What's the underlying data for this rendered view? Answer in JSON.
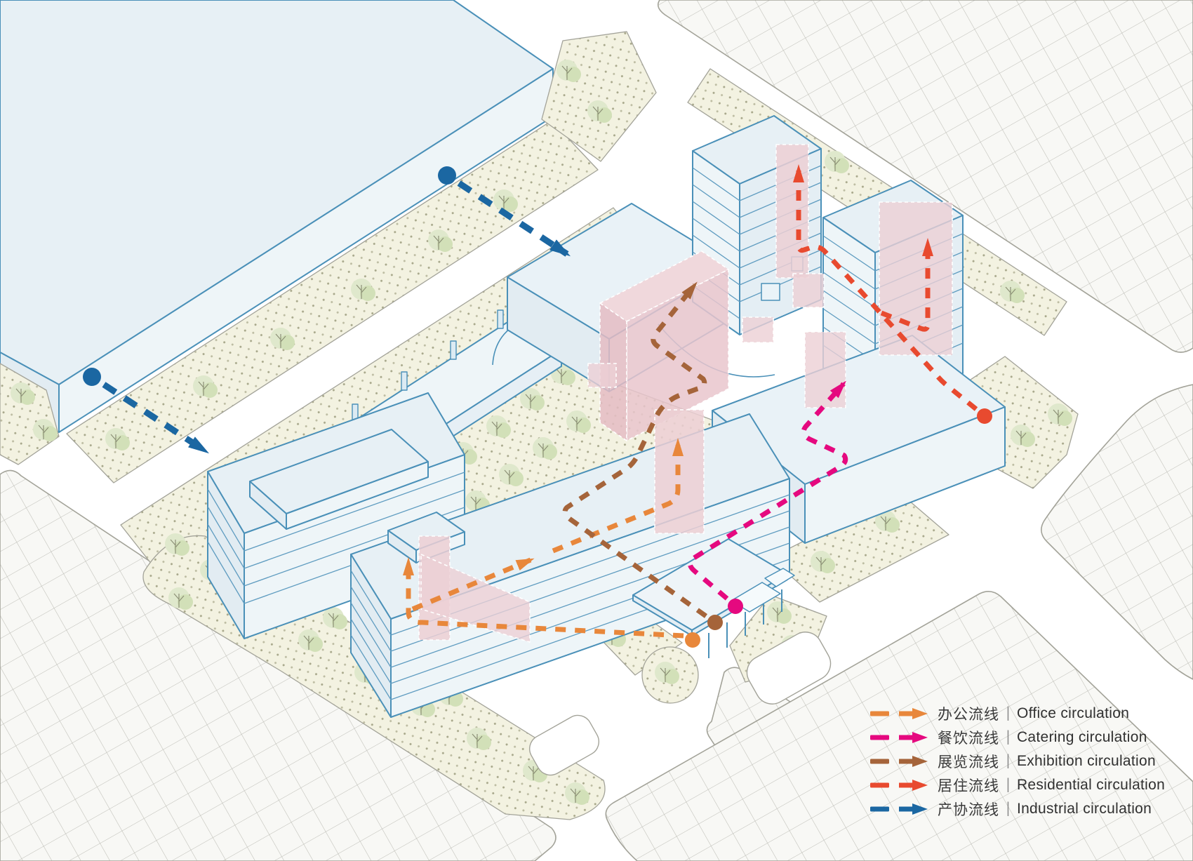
{
  "diagram": {
    "type": "site-circulation-axonometric",
    "language": "zh-en"
  },
  "legend": {
    "divider": "|",
    "position": "bottom-right"
  },
  "routes": [
    {
      "id": "office",
      "label_zh": "办公流线",
      "label_en": "Office circulation",
      "color": "#E8873B"
    },
    {
      "id": "catering",
      "label_zh": "餐饮流线",
      "label_en": "Catering circulation",
      "color": "#E5097F"
    },
    {
      "id": "exhibition",
      "label_zh": "展览流线",
      "label_en": "Exhibition circulation",
      "color": "#A5643A"
    },
    {
      "id": "residential",
      "label_zh": "居住流线",
      "label_en": "Residential circulation",
      "color": "#E84A2F"
    },
    {
      "id": "industrial",
      "label_zh": "产协流线",
      "label_en": "Industrial circulation",
      "color": "#1B67A2"
    }
  ],
  "palette": {
    "building_stroke": "#4a90b8",
    "building_fill": "#eaf3f8",
    "building_top_fill": "#e7f0f5",
    "floorline_stroke": "#5f9cc0",
    "pink_volume": "#eccfd4",
    "green_area": "#f3f2e1",
    "green_dot": "#8f8f6e",
    "tree_fill": "#dfe8cc",
    "grid_line": "#bdbdb6",
    "context_outline": "#a3a399"
  }
}
